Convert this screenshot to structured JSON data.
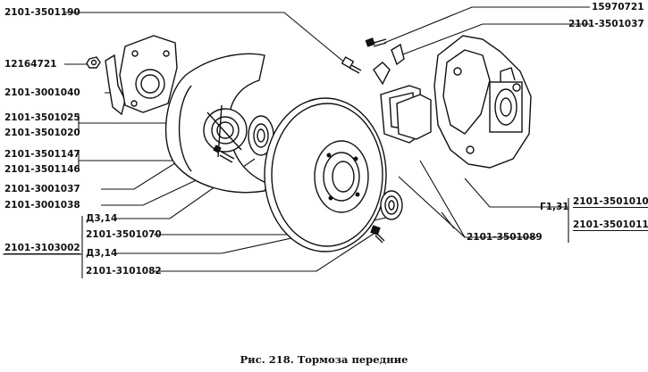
{
  "figure": {
    "caption": "Рис. 218. Тормоза передние"
  },
  "part_numbers": {
    "bolt_top": "2101-3501190",
    "nut": "12164721",
    "steering_arm": "2101-3001040",
    "oil_seal_1": "2101-3501025",
    "oil_seal_2": "2101-3501020",
    "stud_1": "2101-3501147",
    "stud_2": "2101-3501146",
    "knuckle_1": "2101-3001037",
    "knuckle_2": "2101-3001038",
    "hub_group": "2101-3103002",
    "ref_d314_a": "Д3,14",
    "rotor": "2101-3501070",
    "ref_d314_b": "Д3,14",
    "hub_bearing": "2101-3101082",
    "screw_top": "15970721",
    "caliper_bracket": "2101-3501037",
    "ref_g131": "Г1,31",
    "caliper_left": "2101-3501010",
    "caliper_right": "2101-3501011",
    "pads": "2101-3501089"
  }
}
